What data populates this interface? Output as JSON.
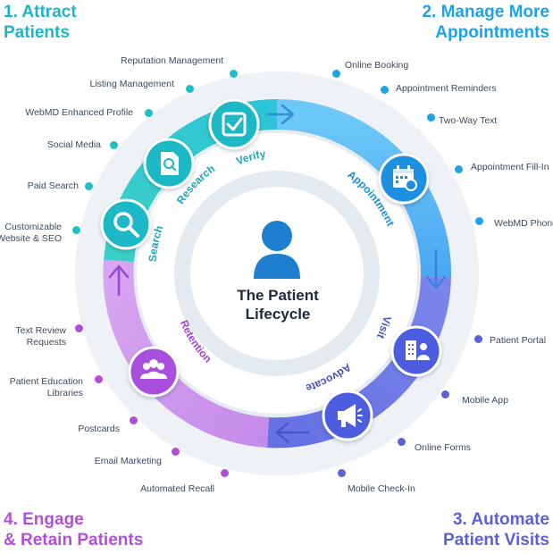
{
  "stages": {
    "attract": {
      "line1": "1. Attract",
      "line2": "Patients",
      "color": "#1fb5c8"
    },
    "manage": {
      "line1": "2. Manage More",
      "line2": "Appointments",
      "color": "#1ea3e6"
    },
    "automate": {
      "line1": "3. Automate",
      "line2": "Patient Visits",
      "color": "#5b62d8"
    },
    "engage": {
      "line1": "4. Engage",
      "line2": "& Retain Patients",
      "color": "#b14fd9"
    }
  },
  "center": {
    "title_line1": "The Patient",
    "title_line2": "Lifecycle",
    "icon": "person-icon"
  },
  "ring_steps": {
    "search": {
      "label": "Search",
      "icon": "magnifier-icon"
    },
    "research": {
      "label": "Research",
      "icon": "document-search-icon"
    },
    "verify": {
      "label": "Verify",
      "icon": "checkbox-icon"
    },
    "appointment": {
      "label": "Appointment",
      "icon": "calendar-icon"
    },
    "visit": {
      "label": "Visit",
      "icon": "building-people-icon"
    },
    "advocate": {
      "label": "Advocate",
      "icon": "megaphone-icon"
    },
    "retention": {
      "label": "Retention",
      "icon": "people-group-icon"
    }
  },
  "tactics": {
    "attract": [
      "Reputation Management",
      "Listing Management",
      "WebMD Enhanced Profile",
      "Social Media",
      "Paid Search",
      "Customizable",
      "Website & SEO"
    ],
    "manage": [
      "Online Booking",
      "Appointment Reminders",
      "Two-Way Text",
      "Appointment Fill-In",
      "WebMD Phone"
    ],
    "automate": [
      "Patient Portal",
      "Mobile App",
      "Online Forms",
      "Mobile Check-In"
    ],
    "engage": [
      "Text Review",
      "Requests",
      "Patient Education",
      "Libraries",
      "Postcards",
      "Email Marketing",
      "Automated Recall"
    ]
  },
  "colors": {
    "teal": "#20c0c8",
    "blue": "#1ea3e6",
    "indigo": "#5b62d8",
    "purple": "#b14fd9",
    "track": "#e9eef3",
    "center_ring": "#dde6ee"
  }
}
